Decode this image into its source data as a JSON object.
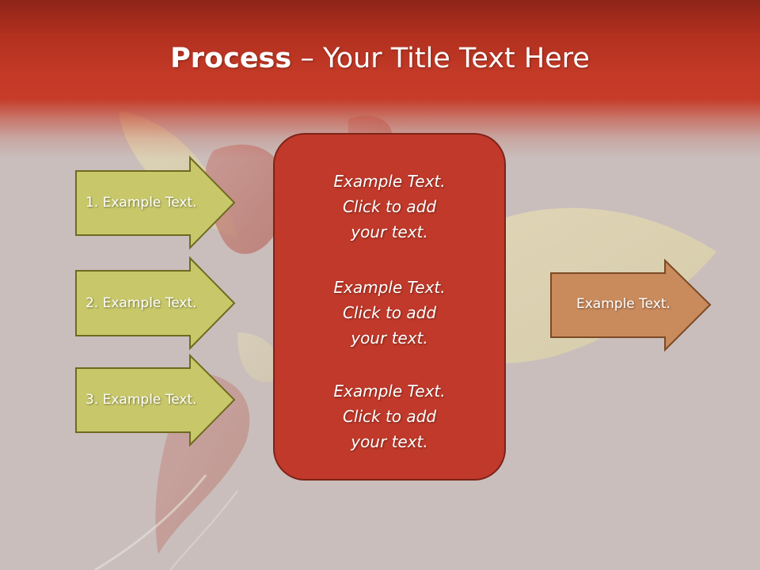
{
  "slide": {
    "title_bold": "Process",
    "title_dash": " – ",
    "title_rest": "Your Title Text Here"
  },
  "left_arrows": [
    {
      "label": "1. Example Text."
    },
    {
      "label": "2. Example Text."
    },
    {
      "label": "3. Example Text."
    }
  ],
  "center_box": {
    "paragraphs": [
      {
        "line1": "Example Text.",
        "line2": "Click  to add",
        "line3": "your text."
      },
      {
        "line1": "Example Text.",
        "line2": "Click  to add",
        "line3": "your text."
      },
      {
        "line1": "Example Text.",
        "line2": "Click  to add",
        "line3": "your text."
      }
    ]
  },
  "output_arrow": {
    "label": "Example Text."
  },
  "colors": {
    "header_red": "#c43a27",
    "left_arrow_fill": "#c8c86a",
    "left_arrow_border": "#6f6a1f",
    "center_fill": "#c0392a",
    "center_border": "#7e2218",
    "output_arrow_fill": "#c98a5c",
    "output_arrow_border": "#7b4a24"
  }
}
